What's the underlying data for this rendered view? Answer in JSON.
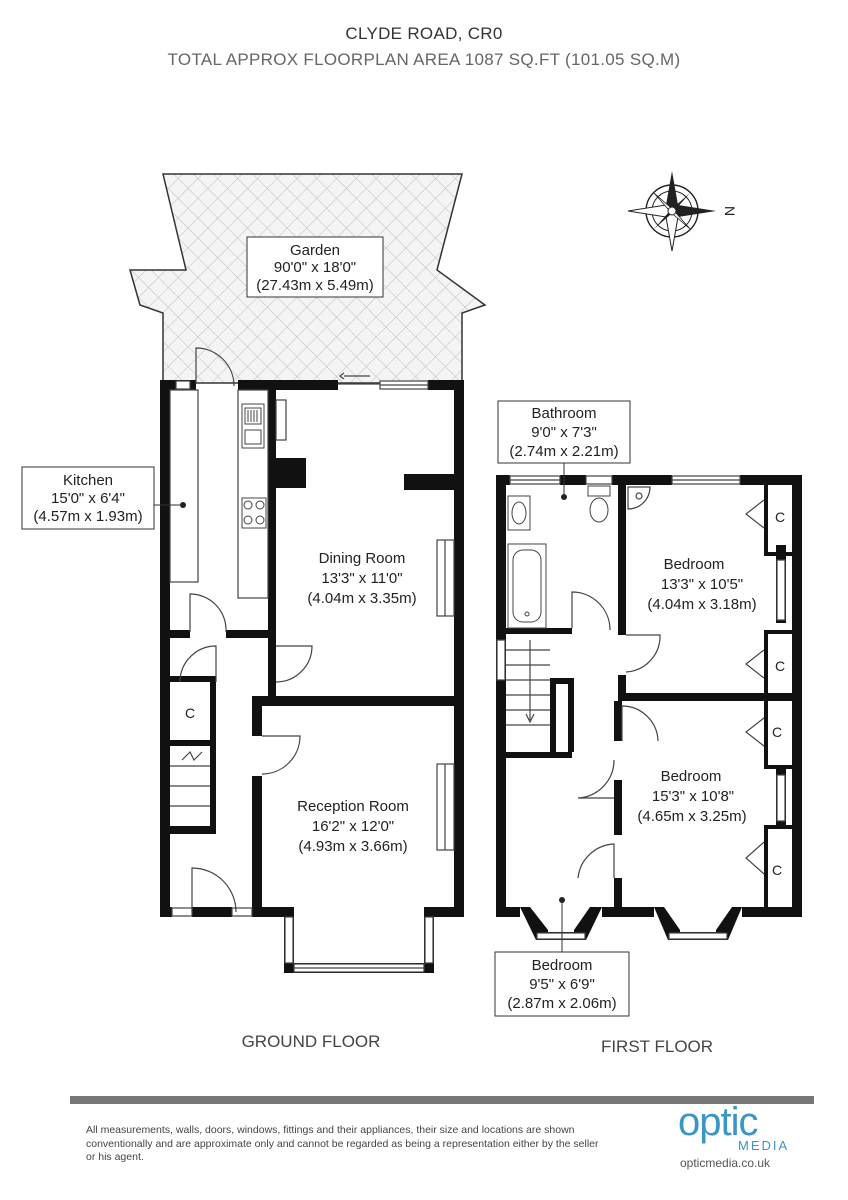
{
  "header": {
    "address": "CLYDE ROAD, CR0",
    "area": "TOTAL APPROX FLOORPLAN AREA 1087 SQ.FT (101.05 SQ.M)"
  },
  "rooms": {
    "garden": {
      "name": "Garden",
      "imperial": "90'0\" x 18'0\"",
      "metric": "(27.43m x 5.49m)"
    },
    "kitchen": {
      "name": "Kitchen",
      "imperial": "15'0\" x 6'4\"",
      "metric": "(4.57m x 1.93m)"
    },
    "dining": {
      "name": "Dining Room",
      "imperial": "13'3\" x 11'0\"",
      "metric": "(4.04m x 3.35m)"
    },
    "reception": {
      "name": "Reception Room",
      "imperial": "16'2\" x 12'0\"",
      "metric": "(4.93m x 3.66m)"
    },
    "bathroom": {
      "name": "Bathroom",
      "imperial": "9'0\" x 7'3\"",
      "metric": "(2.74m x 2.21m)"
    },
    "bedroom1": {
      "name": "Bedroom",
      "imperial": "13'3\" x 10'5\"",
      "metric": "(4.04m x 3.18m)"
    },
    "bedroom2": {
      "name": "Bedroom",
      "imperial": "15'3\" x 10'8\"",
      "metric": "(4.65m x 3.25m)"
    },
    "bedroom3": {
      "name": "Bedroom",
      "imperial": "9'5\" x 6'9\"",
      "metric": "(2.87m x 2.06m)"
    }
  },
  "cupboard_label": "C",
  "compass_label": "N",
  "floors": {
    "ground": "GROUND FLOOR",
    "first": "FIRST FLOOR"
  },
  "footer": {
    "disclaimer": "All measurements, walls, doors, windows, fittings and their appliances, their size and locations are shown conventionally and are approximate only and cannot be regarded as being a representation either by the seller or his agent."
  },
  "brand": {
    "name": "optic",
    "tag": "MEDIA",
    "url": "opticmedia.co.uk",
    "color": "#3a96c5"
  },
  "icons": [
    "compass-icon",
    "sink-icon",
    "hob-icon",
    "toilet-icon",
    "bath-icon",
    "basin-icon",
    "stairs-icon"
  ]
}
